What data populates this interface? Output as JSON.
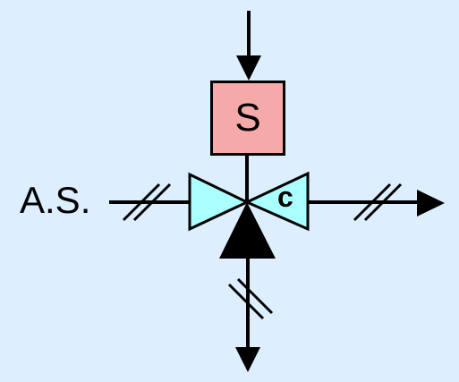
{
  "solenoid_label": "S",
  "supply_label": "A.S.",
  "common_port_label": "c",
  "colors": {
    "background": "#ddeeff",
    "solenoid_fill": "#f6a9a9",
    "valve_fill": "#aaffff",
    "line": "#000000"
  },
  "icons": [
    "arrow-down-icon",
    "arrow-right-icon",
    "pneumatic-signal-icon",
    "three-way-valve-icon"
  ]
}
